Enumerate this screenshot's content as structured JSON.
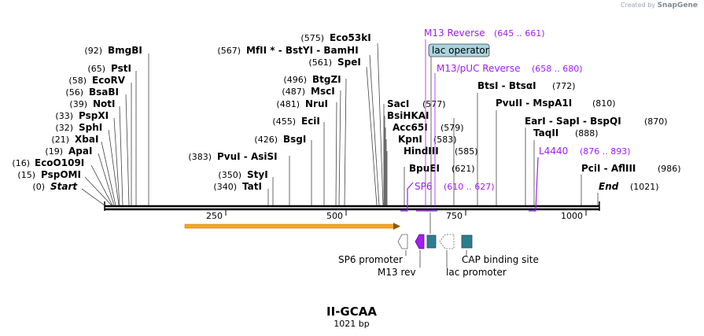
{
  "credit": {
    "prefix": "Created by",
    "brand": "SnapGene"
  },
  "title": "II-GCAA",
  "length_label": "1021 bp",
  "ruler": {
    "ticks": [
      "250",
      "500",
      "750",
      "1000"
    ]
  },
  "sites": [
    {
      "pos": "(92)",
      "name": "BmgBI"
    },
    {
      "pos": "(65)",
      "name": "PstI"
    },
    {
      "pos": "(58)",
      "name": "EcoRV"
    },
    {
      "pos": "(56)",
      "name": "BsaBI"
    },
    {
      "pos": "(39)",
      "name": "NotI"
    },
    {
      "pos": "(33)",
      "name": "PspXI"
    },
    {
      "pos": "(32)",
      "name": "SphI"
    },
    {
      "pos": "(21)",
      "name": "XbaI"
    },
    {
      "pos": "(19)",
      "name": "ApaI"
    },
    {
      "pos": "(16)",
      "name": "EcoO109I"
    },
    {
      "pos": "(15)",
      "name": "PspOMI"
    },
    {
      "pos": "(0)",
      "name": "Start"
    },
    {
      "pos": "(575)",
      "name": "Eco53kI"
    },
    {
      "pos": "(567)",
      "name": "MfII * - BstYI - BamHI"
    },
    {
      "pos": "(561)",
      "name": "SpeI"
    },
    {
      "pos": "(496)",
      "name": "BtgZI"
    },
    {
      "pos": "(487)",
      "name": "MscI"
    },
    {
      "pos": "(481)",
      "name": "NruI"
    },
    {
      "pos": "(455)",
      "name": "EciI"
    },
    {
      "pos": "(426)",
      "name": "BsgI"
    },
    {
      "pos": "(383)",
      "name": "PvuI - AsiSI"
    },
    {
      "pos": "(350)",
      "name": "StyI"
    },
    {
      "pos": "(340)",
      "name": "TatI"
    },
    {
      "pos": "(577)",
      "name": "SacI"
    },
    {
      "pos": "",
      "name": "BsiHKAI"
    },
    {
      "pos": "(579)",
      "name": "Acc65I"
    },
    {
      "pos": "(583)",
      "name": "KpnI"
    },
    {
      "pos": "(585)",
      "name": "HindIII"
    },
    {
      "pos": "(621)",
      "name": "BpuEI"
    },
    {
      "pos": "(772)",
      "name": "BtsI - BtsαI"
    },
    {
      "pos": "(810)",
      "name": "PvuII - MspA1I"
    },
    {
      "pos": "(870)",
      "name": "EarI - SapI - BspQI"
    },
    {
      "pos": "(888)",
      "name": "TaqII"
    },
    {
      "pos": "(986)",
      "name": "PciI - AflIII"
    },
    {
      "pos": "(1021)",
      "name": "End"
    }
  ],
  "primers": [
    {
      "name": "M13 Reverse",
      "range": "(645 .. 661)"
    },
    {
      "name": "M13/pUC Reverse",
      "range": "(658 .. 680)"
    },
    {
      "name": "L4440",
      "range": "(876 .. 893)"
    },
    {
      "name": "SP6",
      "range": "(610 .. 627)"
    }
  ],
  "features": {
    "lac_operator": "lac operator",
    "sp6_promoter": "SP6 promoter",
    "m13_rev": "M13 rev",
    "lac_promoter": "lac promoter",
    "cap_site": "CAP binding site"
  },
  "colors": {
    "primer": "#a020f0",
    "orf": "#f5a623",
    "feature_teal": "#2e7d8f",
    "operator_fill": "#a8d4df"
  }
}
